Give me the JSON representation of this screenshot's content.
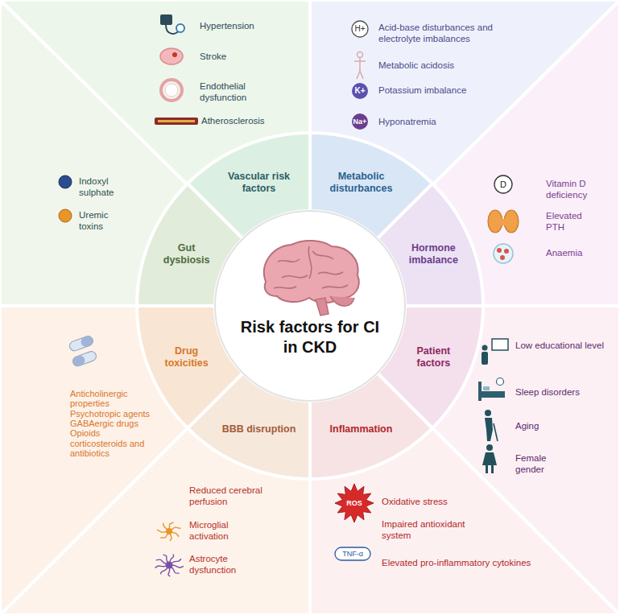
{
  "diagram": {
    "title": "Risk factors for CI in CKD",
    "nodes": [
      {
        "text": [
          "Vascular risk factors"
        ]
      },
      {
        "text": [
          "Metabolic disturbances"
        ]
      },
      {
        "text": [
          "Hormone imbalance"
        ]
      },
      {
        "text": [
          "Patient factors"
        ]
      },
      {
        "text": [
          "Inflammation"
        ]
      },
      {
        "text": [
          "BBB disruption"
        ]
      },
      {
        "text": [
          "Drug toxicities"
        ]
      },
      {
        "text": [
          "Gut dysbiosis"
        ]
      },
      {
        "text": [
          "Hypertension",
          "Stroke",
          "Endothelial dysfunction",
          "Atherosclerosis"
        ]
      },
      {
        "text": [
          "Acid-base disturbances and electrolyte imbalances",
          "Metabolic acidosis",
          "Potassium imbalance",
          "Hyponatremia"
        ]
      },
      {
        "text": [
          "Vitamin D deficiency",
          "Elevated PTH",
          "Anaemia"
        ]
      },
      {
        "text": [
          "Low educational level",
          "Sleep disorders",
          "Aging",
          "Female gender"
        ]
      },
      {
        "text": [
          "Oxidative stress",
          "Impaired antioxidant system",
          "Elevated pro-inflammatory cytokines"
        ]
      },
      {
        "text": [
          "Reduced cerebral perfusion",
          "Microglial activation",
          "Astrocyte dysfunction"
        ]
      },
      {
        "text": [
          "Anticholinergic properties Psychotropic agents GABAergic drugs Opioids corticosteroids and antibiotics"
        ]
      },
      {
        "text": [
          "Indoxyl sulphate",
          "Uremic toxins"
        ]
      }
    ],
    "labels": [
      "H+",
      "K+",
      "Na+",
      "D",
      "ROS",
      "TNF-α"
    ]
  }
}
